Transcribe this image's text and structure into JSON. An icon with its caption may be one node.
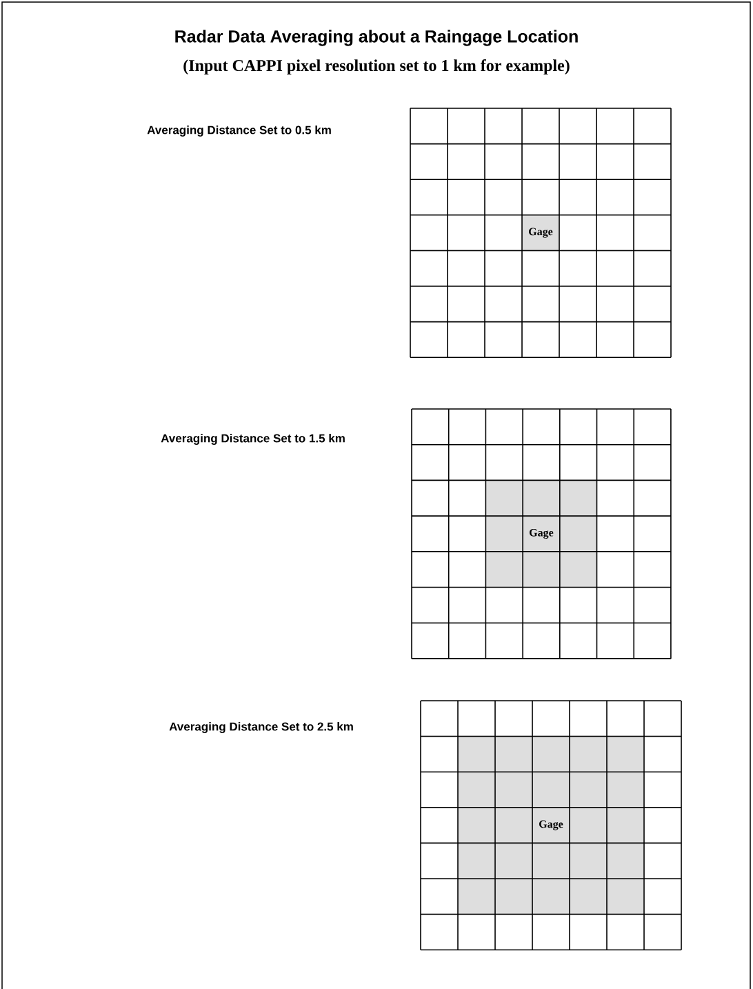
{
  "diagram": {
    "title": "Radar Data Averaging about a Raingage Location",
    "nodes": [
      {
        "text": [
          "Gage"
        ]
      },
      {
        "text": [
          "Gage"
        ]
      },
      {
        "text": [
          "Gage"
        ]
      }
    ],
    "labels": [
      "(Input CAPPI pixel resolution set to 1 km for example)",
      "Averaging Distance Set to 0.5 km",
      "Averaging Distance Set to 1.5 km",
      "Averaging Distance Set to 2.5 km"
    ]
  }
}
